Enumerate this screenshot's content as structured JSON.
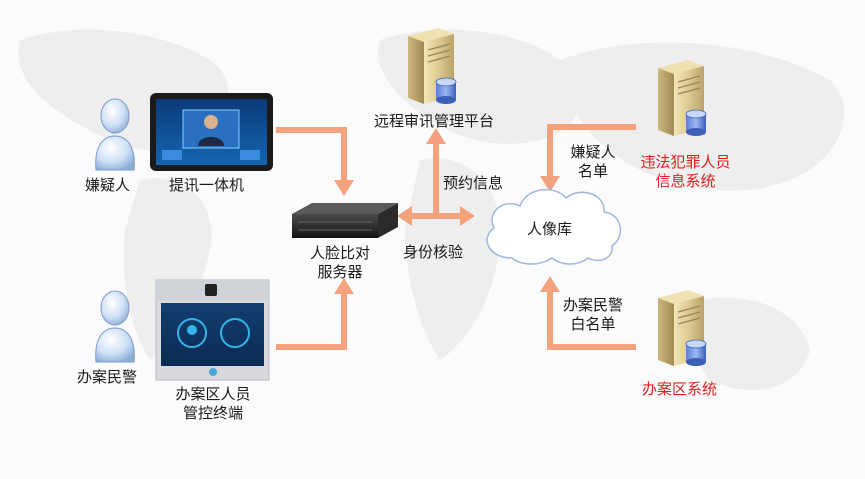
{
  "nodes": {
    "suspect": "嫌疑人",
    "interrogation_terminal": "提讯一体机",
    "officer": "办案民警",
    "control_terminal": "办案区人员\n管控终端",
    "face_server": "人脸比对\n服务器",
    "remote_platform": "远程审讯管理平台",
    "portrait_db": "人像库",
    "crime_system": "违法犯罪人员\n信息系统",
    "office_system": "办案区系统"
  },
  "edges": {
    "reservation_info": "预约信息",
    "identity_check": "身份核验",
    "suspect_list": "嫌疑人\n名单",
    "officer_whitelist": "办案民警\n白名单"
  },
  "colors": {
    "arrow": "#f4a27e",
    "red_label": "#e02020",
    "text": "#1a1a1a"
  },
  "icons": {
    "person": "person-icon",
    "server": "server-tower-icon",
    "rack_server": "rack-server-icon",
    "cloud": "cloud-icon",
    "tablet": "tablet-terminal-icon",
    "kiosk": "control-kiosk-icon"
  }
}
